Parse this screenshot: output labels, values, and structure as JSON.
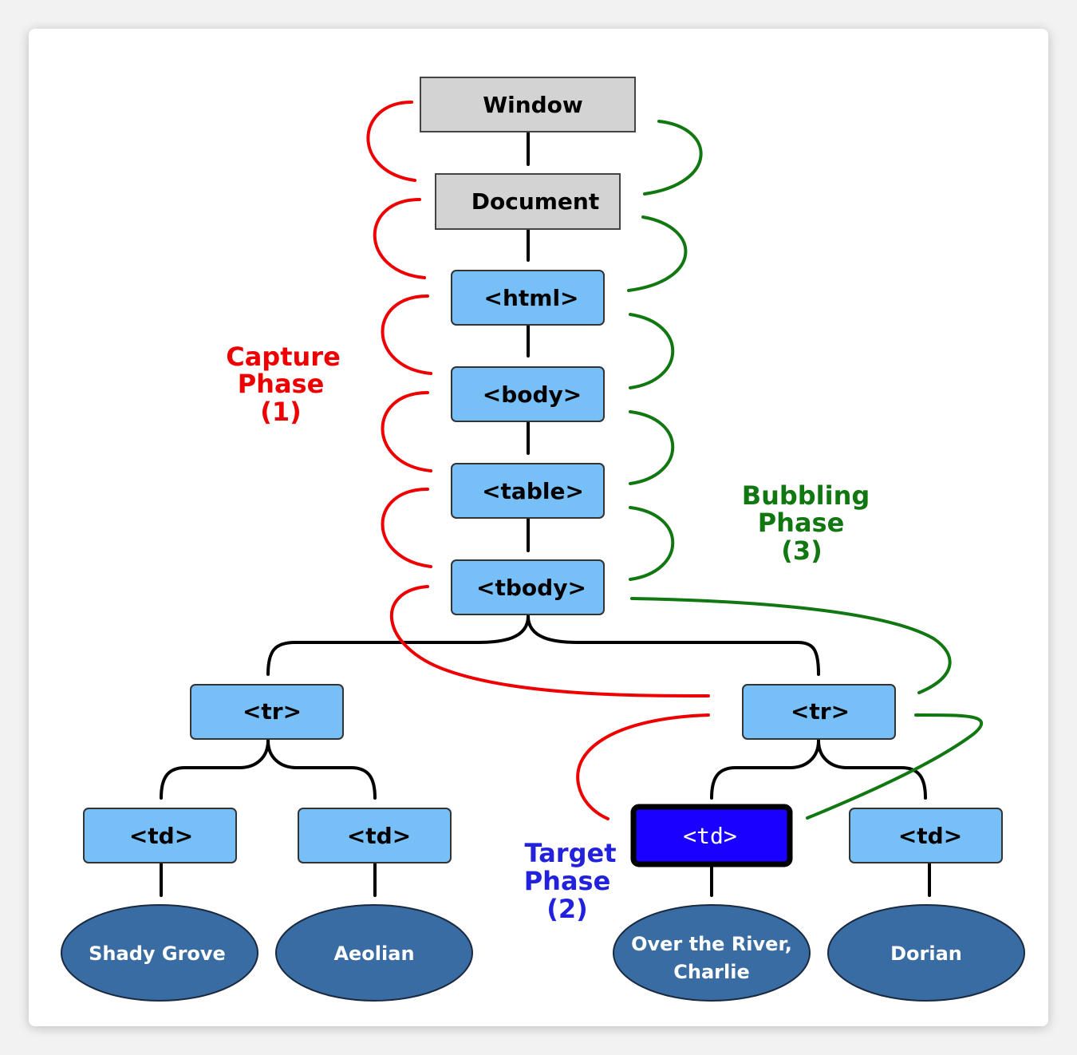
{
  "colors": {
    "capture": "#ee0000",
    "bubble": "#117711",
    "target": "#2222dd",
    "element_fill": "#77bff7",
    "object_fill": "#d3d3d3",
    "target_fill": "#1a00ff",
    "leaf_fill": "#386ca3",
    "tree_line": "#000000"
  },
  "nodes": {
    "window": "Window",
    "document": "Document",
    "html": "<html>",
    "body": "<body>",
    "table": "<table>",
    "tbody": "<tbody>",
    "tr_left": "<tr>",
    "tr_right": "<tr>",
    "td_1": "<td>",
    "td_2": "<td>",
    "td_target": "<td>",
    "td_4": "<td>"
  },
  "leaves": {
    "leaf_1": "Shady Grove",
    "leaf_2": "Aeolian",
    "leaf_3_line1": "Over the River,",
    "leaf_3_line2": "Charlie",
    "leaf_4": "Dorian"
  },
  "phases": {
    "capture": {
      "line1": "Capture",
      "line2": "Phase",
      "line3": "(1)"
    },
    "target": {
      "line1": "Target",
      "line2": "Phase",
      "line3": "(2)"
    },
    "bubbling": {
      "line1": "Bubbling",
      "line2": "Phase",
      "line3": "(3)"
    }
  }
}
